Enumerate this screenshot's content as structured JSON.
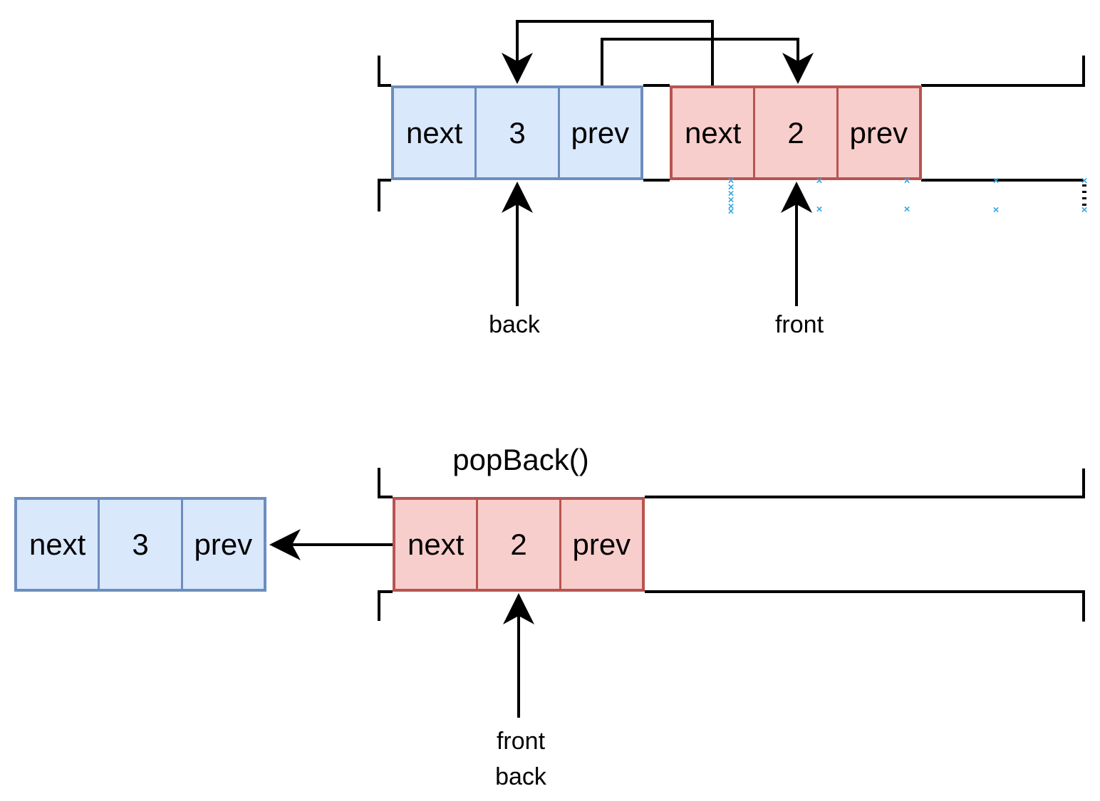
{
  "diagram": {
    "top": {
      "back_node": {
        "cells": [
          "next",
          "3",
          "prev"
        ]
      },
      "front_node": {
        "cells": [
          "next",
          "2",
          "prev"
        ]
      },
      "back_label": "back",
      "front_label": "front"
    },
    "bottom": {
      "title": "popBack()",
      "detached_node": {
        "cells": [
          "next",
          "3",
          "prev"
        ]
      },
      "remaining_node": {
        "cells": [
          "next",
          "2",
          "prev"
        ]
      },
      "front_label": "front",
      "back_label": "back"
    },
    "marks": {
      "glyph": "×"
    },
    "colors": {
      "blue_fill": "#DAE8FC",
      "blue_border": "#6C8EBF",
      "red_fill": "#F8CECC",
      "red_border": "#B85450",
      "line": "#000000",
      "mark_blue": "#36A9E1"
    }
  }
}
